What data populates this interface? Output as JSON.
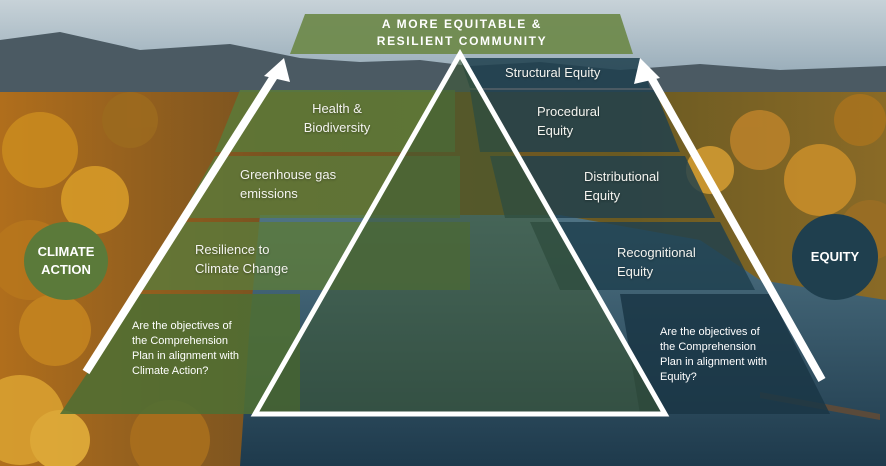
{
  "title": "A MORE EQUITABLE &\nRESILIENT COMMUNITY",
  "climate": {
    "circle_label": "CLIMATE\nACTION",
    "levels": [
      "Health &\nBiodiversity",
      "Greenhouse gas\nemissions",
      "Resilience to\nClimate Change"
    ],
    "question": "Are the objectives of\nthe Comprehension\nPlan in alignment with\nClimate Action?"
  },
  "equity": {
    "circle_label": "EQUITY",
    "levels": [
      "Structural Equity",
      "Procedural\nEquity",
      "Distributional\nEquity",
      "Recognitional\nEquity"
    ],
    "question": "Are the objectives of\nthe Comprehension\nPlan in alignment with\nEquity?"
  },
  "colors": {
    "climate_green": "#5b7a3a",
    "equity_blue": "#1f3f4e",
    "title_band": "#6f8a4d",
    "outline": "#ffffff"
  }
}
